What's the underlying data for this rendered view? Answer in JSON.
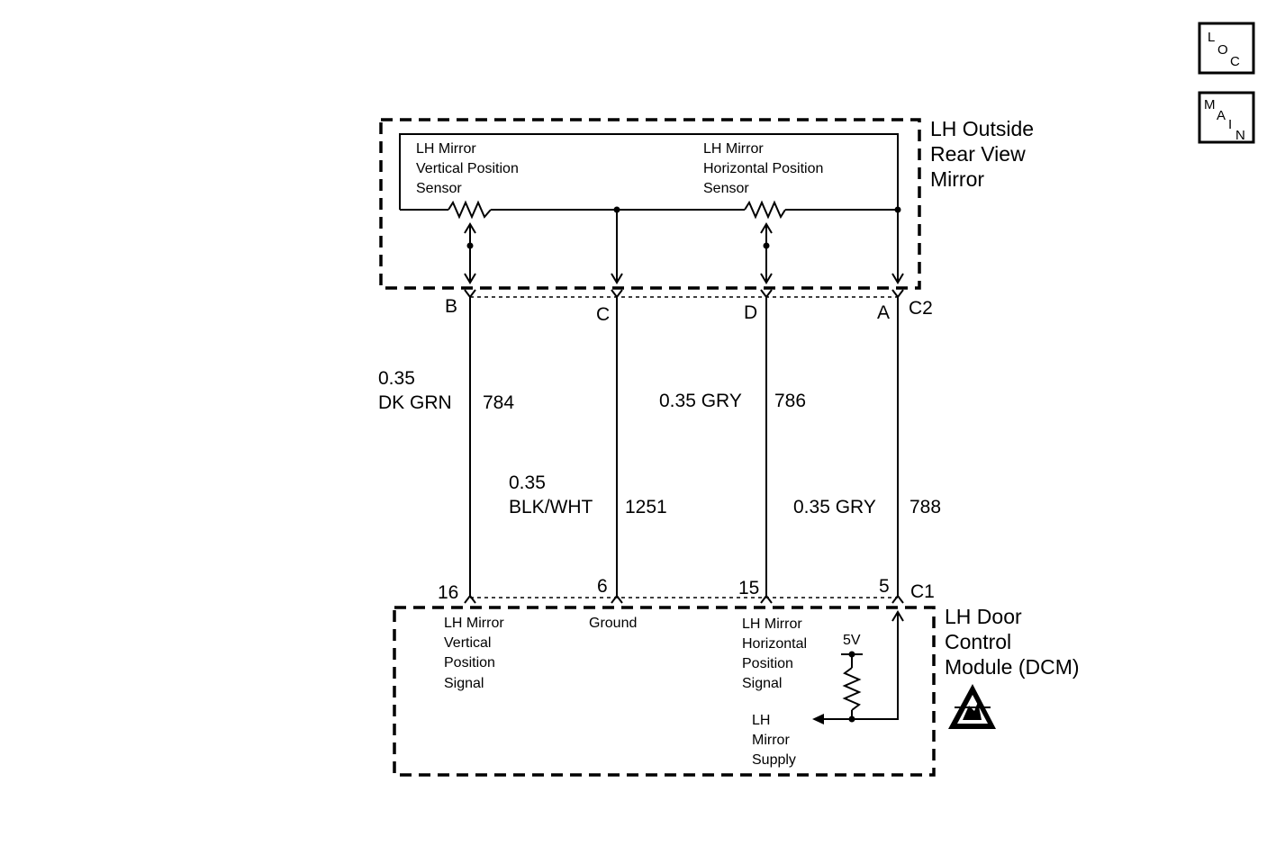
{
  "nav": {
    "loc": {
      "l": "L",
      "o": "O",
      "c": "C"
    },
    "main": {
      "m": "M",
      "a": "A",
      "i": "I",
      "n": "N"
    }
  },
  "mirror": {
    "title_lines": [
      "LH Outside",
      "Rear View",
      "Mirror"
    ],
    "vertical_sensor_lines": [
      "LH Mirror",
      "Vertical Position",
      "Sensor"
    ],
    "horizontal_sensor_lines": [
      "LH Mirror",
      "Horizontal Position",
      "Sensor"
    ],
    "connector": "C2",
    "pins": [
      "B",
      "C",
      "D",
      "A"
    ]
  },
  "wires": [
    {
      "size": "0.35",
      "color": "DK GRN",
      "circuit": "784"
    },
    {
      "size": "0.35",
      "color": "BLK/WHT",
      "circuit": "1251"
    },
    {
      "size": "0.35",
      "color": "GRY",
      "circuit": "786",
      "label": "0.35 GRY"
    },
    {
      "size": "0.35",
      "color": "GRY",
      "circuit": "788",
      "label": "0.35 GRY"
    }
  ],
  "dcm": {
    "title_lines": [
      "LH Door",
      "Control",
      "Module (DCM)"
    ],
    "connector": "C1",
    "pins": [
      "16",
      "6",
      "15",
      "5"
    ],
    "vertical_signal_lines": [
      "LH Mirror",
      "Vertical",
      "Position",
      "Signal"
    ],
    "ground": "Ground",
    "horizontal_signal_lines": [
      "LH Mirror",
      "Horizontal",
      "Position",
      "Signal"
    ],
    "voltage": "5V",
    "supply_lines": [
      "LH",
      "Mirror",
      "Supply"
    ]
  }
}
